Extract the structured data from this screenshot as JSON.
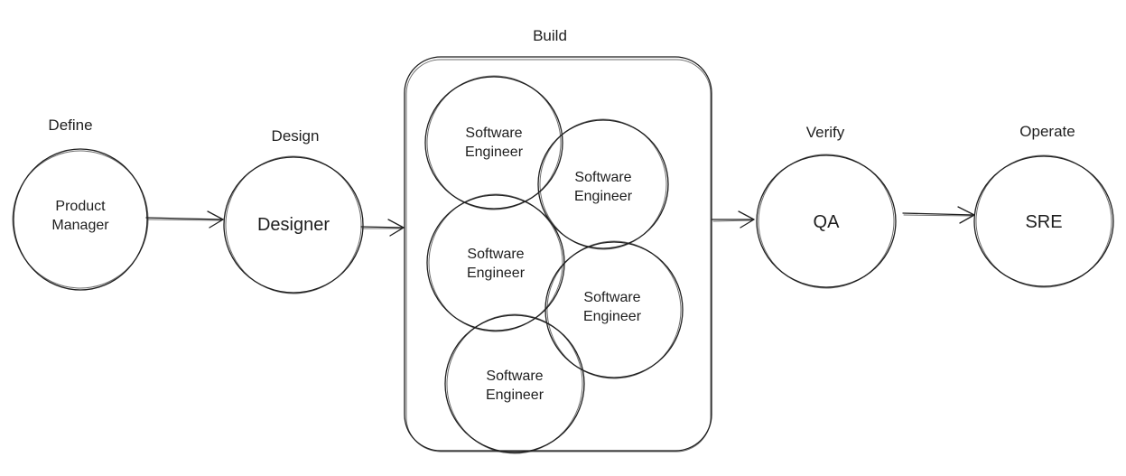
{
  "canvas": {
    "background": "#ffffff",
    "stroke_color": "#1e1e1e"
  },
  "stages": [
    {
      "label": "Define",
      "role": "Product Manager"
    },
    {
      "label": "Design",
      "role": "Designer"
    },
    {
      "label": "Build",
      "roles": [
        "Software Engineer",
        "Software Engineer",
        "Software Engineer",
        "Software Engineer",
        "Software Engineer"
      ]
    },
    {
      "label": "Verify",
      "role": "QA"
    },
    {
      "label": "Operate",
      "role": "SRE"
    }
  ]
}
